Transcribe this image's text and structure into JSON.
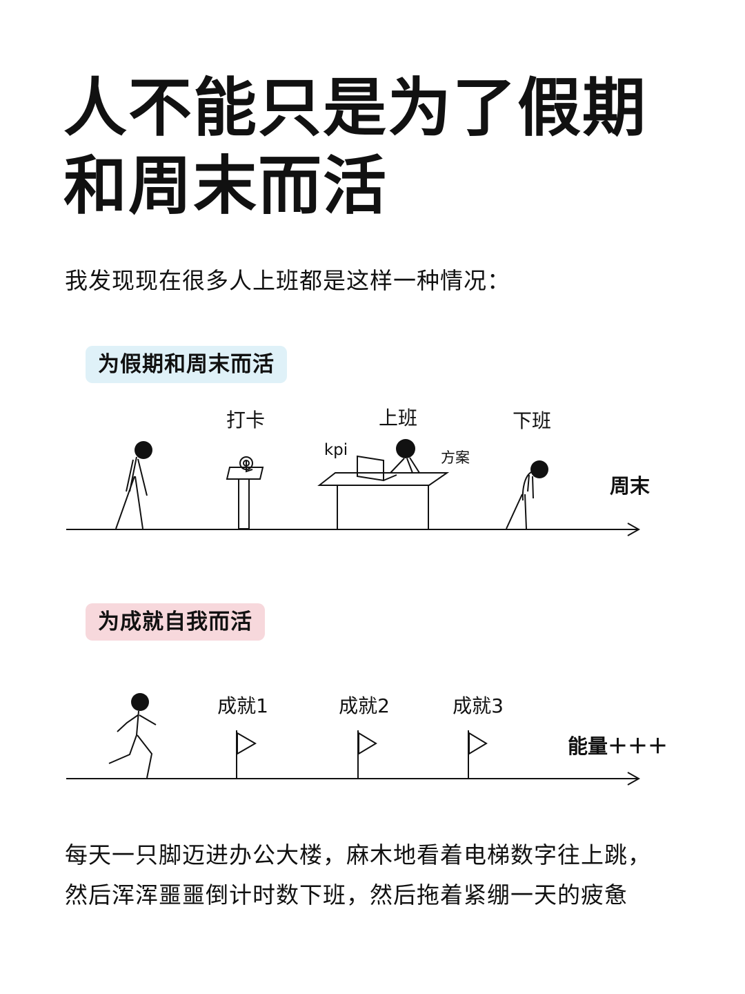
{
  "title": {
    "line1": "人不能只是为了假期",
    "line2": "和周末而活"
  },
  "intro": "我发现现在很多人上班都是这样一种情况：",
  "colors": {
    "tag_blue_bg": "#dff1f8",
    "tag_pink_bg": "#f7d8dc",
    "ink": "#111111"
  },
  "section1": {
    "tag": "为假期和周末而活",
    "labels": {
      "clock_in": "打卡",
      "work": "上班",
      "kpi": "kpi",
      "proposal": "方案",
      "off_work": "下班",
      "end": "周末"
    },
    "icons": [
      "walking-person-icon",
      "clock-in-machine-icon",
      "desk-icon",
      "laptop-icon",
      "working-person-icon",
      "tired-person-icon",
      "arrow-icon"
    ]
  },
  "section2": {
    "tag": "为成就自我而活",
    "flags": [
      {
        "label": "成就1"
      },
      {
        "label": "成就2"
      },
      {
        "label": "成就3"
      }
    ],
    "end": "能量＋＋＋",
    "icons": [
      "running-person-icon",
      "flag-icon",
      "arrow-icon"
    ]
  },
  "body": {
    "line1": "每天一只脚迈进办公大楼，麻木地看着电梯数字往上跳，",
    "line2": "然后浑浑噩噩倒计时数下班，然后拖着紧绷一天的疲惫"
  }
}
